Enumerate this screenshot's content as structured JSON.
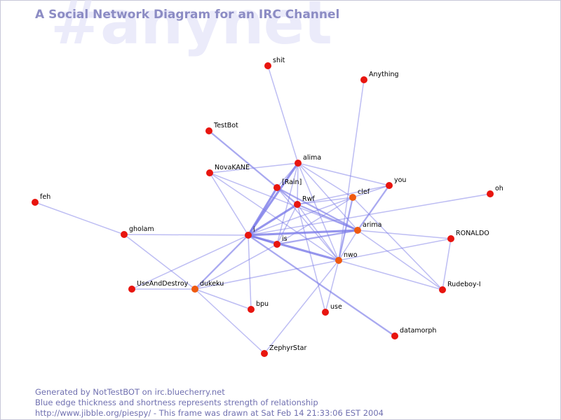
{
  "title": "A Social Network Diagram for an IRC Channel",
  "channel": "#anynet",
  "colors": {
    "title": "#8c8cc4",
    "channel_watermark": "#ebebfa",
    "edge": "#7b7be8",
    "node_red": "#e8150f",
    "node_orange": "#ef5a10",
    "footer": "#7070b0"
  },
  "nodes": [
    {
      "id": "shit",
      "label": "shit",
      "color": "red"
    },
    {
      "id": "Anything",
      "label": "Anything",
      "color": "red"
    },
    {
      "id": "TestBot",
      "label": "TestBot",
      "color": "red"
    },
    {
      "id": "alima",
      "label": "alima",
      "color": "red"
    },
    {
      "id": "NovaKANE",
      "label": "NovaKANE",
      "color": "red"
    },
    {
      "id": "Rain",
      "label": "[Rain]",
      "color": "red"
    },
    {
      "id": "you",
      "label": "you",
      "color": "red"
    },
    {
      "id": "oh",
      "label": "oh",
      "color": "red"
    },
    {
      "id": "feh",
      "label": "feh",
      "color": "red"
    },
    {
      "id": "clef",
      "label": "clef",
      "color": "orange"
    },
    {
      "id": "Rwf",
      "label": "Rwf",
      "color": "red"
    },
    {
      "id": "gholam",
      "label": "gholam",
      "color": "red"
    },
    {
      "id": "arima",
      "label": "arima",
      "color": "orange"
    },
    {
      "id": "i",
      "label": "i",
      "color": "red"
    },
    {
      "id": "RONALDO",
      "label": "RONALDO",
      "color": "red"
    },
    {
      "id": "is",
      "label": "is",
      "color": "red"
    },
    {
      "id": "nwo",
      "label": "nwo",
      "color": "orange"
    },
    {
      "id": "UseAndDestroy",
      "label": "UseAndDestroy",
      "color": "red"
    },
    {
      "id": "dukeku",
      "label": "dukeku",
      "color": "orange"
    },
    {
      "id": "Rudeboy-I",
      "label": "Rudeboy-I",
      "color": "red"
    },
    {
      "id": "bpu",
      "label": "bpu",
      "color": "red"
    },
    {
      "id": "use",
      "label": "use",
      "color": "red"
    },
    {
      "id": "datamorph",
      "label": "datamorph",
      "color": "red"
    },
    {
      "id": "ZephyrStar",
      "label": "ZephyrStar",
      "color": "red"
    }
  ],
  "edges": [
    {
      "from": "shit",
      "to": "alima",
      "weight": 1
    },
    {
      "from": "Anything",
      "to": "nwo",
      "weight": 1
    },
    {
      "from": "TestBot",
      "to": "Rwf",
      "weight": 2
    },
    {
      "from": "alima",
      "to": "i",
      "weight": 3
    },
    {
      "from": "alima",
      "to": "Rain",
      "weight": 1
    },
    {
      "from": "alima",
      "to": "Rwf",
      "weight": 1
    },
    {
      "from": "alima",
      "to": "you",
      "weight": 1
    },
    {
      "from": "alima",
      "to": "clef",
      "weight": 1
    },
    {
      "from": "alima",
      "to": "arima",
      "weight": 1
    },
    {
      "from": "alima",
      "to": "nwo",
      "weight": 1
    },
    {
      "from": "alima",
      "to": "is",
      "weight": 1
    },
    {
      "from": "alima",
      "to": "NovaKANE",
      "weight": 1
    },
    {
      "from": "NovaKANE",
      "to": "i",
      "weight": 1
    },
    {
      "from": "NovaKANE",
      "to": "arima",
      "weight": 1
    },
    {
      "from": "NovaKANE",
      "to": "nwo",
      "weight": 1
    },
    {
      "from": "Rain",
      "to": "i",
      "weight": 3
    },
    {
      "from": "Rain",
      "to": "arima",
      "weight": 2
    },
    {
      "from": "Rain",
      "to": "nwo",
      "weight": 1
    },
    {
      "from": "Rwf",
      "to": "i",
      "weight": 3
    },
    {
      "from": "Rwf",
      "to": "clef",
      "weight": 1
    },
    {
      "from": "Rwf",
      "to": "arima",
      "weight": 2
    },
    {
      "from": "Rwf",
      "to": "you",
      "weight": 1
    },
    {
      "from": "Rwf",
      "to": "is",
      "weight": 1
    },
    {
      "from": "Rwf",
      "to": "nwo",
      "weight": 1
    },
    {
      "from": "Rwf",
      "to": "use",
      "weight": 1
    },
    {
      "from": "you",
      "to": "arima",
      "weight": 2
    },
    {
      "from": "you",
      "to": "clef",
      "weight": 1
    },
    {
      "from": "clef",
      "to": "i",
      "weight": 1
    },
    {
      "from": "clef",
      "to": "is",
      "weight": 1
    },
    {
      "from": "clef",
      "to": "nwo",
      "weight": 2
    },
    {
      "from": "clef",
      "to": "Rudeboy-I",
      "weight": 1
    },
    {
      "from": "oh",
      "to": "i",
      "weight": 1
    },
    {
      "from": "feh",
      "to": "gholam",
      "weight": 1
    },
    {
      "from": "gholam",
      "to": "i",
      "weight": 1
    },
    {
      "from": "gholam",
      "to": "dukeku",
      "weight": 1
    },
    {
      "from": "i",
      "to": "arima",
      "weight": 3
    },
    {
      "from": "i",
      "to": "is",
      "weight": 2
    },
    {
      "from": "i",
      "to": "nwo",
      "weight": 3
    },
    {
      "from": "i",
      "to": "dukeku",
      "weight": 2
    },
    {
      "from": "i",
      "to": "bpu",
      "weight": 1
    },
    {
      "from": "i",
      "to": "UseAndDestroy",
      "weight": 1
    },
    {
      "from": "i",
      "to": "datamorph",
      "weight": 2
    },
    {
      "from": "is",
      "to": "arima",
      "weight": 2
    },
    {
      "from": "is",
      "to": "dukeku",
      "weight": 1
    },
    {
      "from": "arima",
      "to": "nwo",
      "weight": 1
    },
    {
      "from": "arima",
      "to": "Rudeboy-I",
      "weight": 1
    },
    {
      "from": "nwo",
      "to": "RONALDO",
      "weight": 1
    },
    {
      "from": "nwo",
      "to": "Rudeboy-I",
      "weight": 1
    },
    {
      "from": "nwo",
      "to": "use",
      "weight": 1
    },
    {
      "from": "nwo",
      "to": "ZephyrStar",
      "weight": 1
    },
    {
      "from": "nwo",
      "to": "dukeku",
      "weight": 1
    },
    {
      "from": "RONALDO",
      "to": "Rudeboy-I",
      "weight": 1
    },
    {
      "from": "RONALDO",
      "to": "arima",
      "weight": 1
    },
    {
      "from": "dukeku",
      "to": "UseAndDestroy",
      "weight": 1
    },
    {
      "from": "dukeku",
      "to": "bpu",
      "weight": 1
    },
    {
      "from": "dukeku",
      "to": "ZephyrStar",
      "weight": 1
    }
  ],
  "footer": {
    "line1": "Generated by NotTestBOT on irc.bluecherry.net",
    "line2": "Blue edge thickness and shortness represents strength of relationship",
    "line3": "http://www.jibble.org/piespy/ - This frame was drawn at Sat Feb 14 21:33:06 EST 2004"
  }
}
